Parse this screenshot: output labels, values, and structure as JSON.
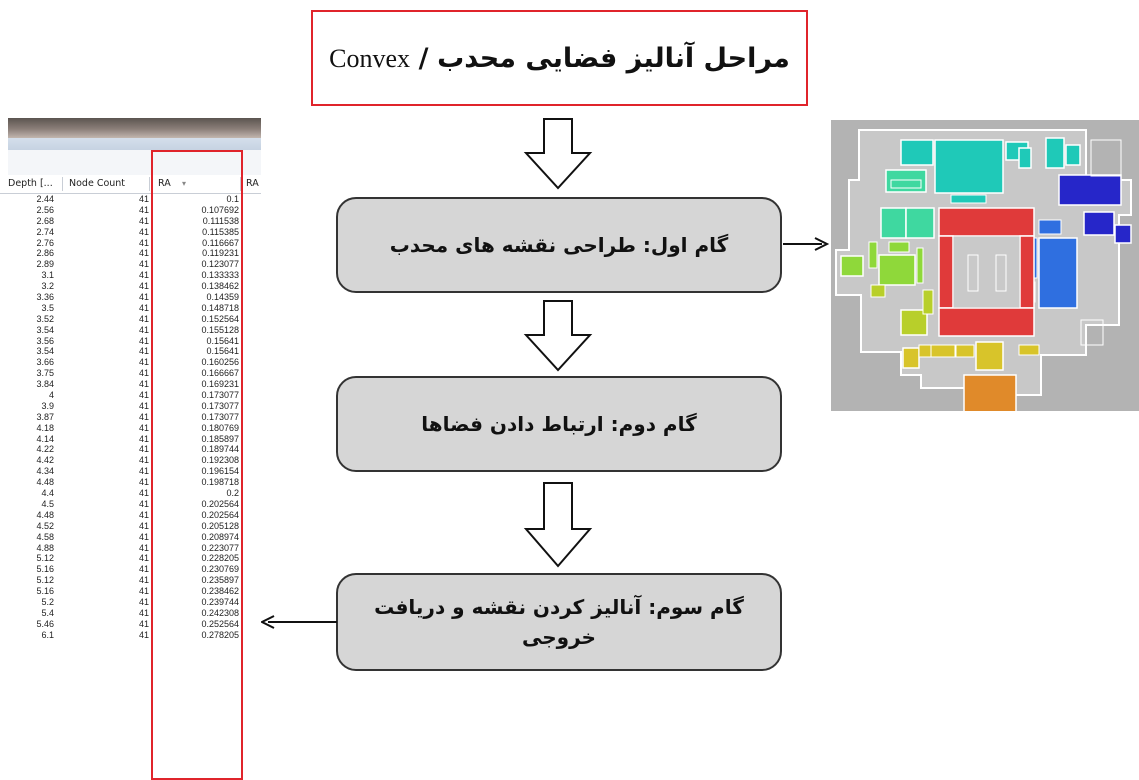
{
  "title": {
    "persian": "مراحل آنالیز فضایی محدب",
    "separator": "/",
    "english": "Convex"
  },
  "steps": [
    {
      "label": "گام اول: طراحی نقشه های محدب"
    },
    {
      "label": "گام دوم: ارتباط دادن فضاها"
    },
    {
      "label": "گام سوم: آنالیز کردن نقشه و دریافت خروجی"
    }
  ],
  "table": {
    "headers": [
      "Depth [...",
      "Node Count",
      "RA",
      "RA"
    ],
    "sort_icon": "sort-down-triangle-icon",
    "highlight_color": "#e0242b",
    "rows": [
      {
        "depth": "2.44",
        "node": "41",
        "ra": "0.1"
      },
      {
        "depth": "2.56",
        "node": "41",
        "ra": "0.107692"
      },
      {
        "depth": "2.68",
        "node": "41",
        "ra": "0.111538"
      },
      {
        "depth": "2.74",
        "node": "41",
        "ra": "0.115385"
      },
      {
        "depth": "2.76",
        "node": "41",
        "ra": "0.116667"
      },
      {
        "depth": "2.86",
        "node": "41",
        "ra": "0.119231"
      },
      {
        "depth": "2.89",
        "node": "41",
        "ra": "0.123077"
      },
      {
        "depth": "3.1",
        "node": "41",
        "ra": "0.133333"
      },
      {
        "depth": "3.2",
        "node": "41",
        "ra": "0.138462"
      },
      {
        "depth": "3.36",
        "node": "41",
        "ra": "0.14359"
      },
      {
        "depth": "3.5",
        "node": "41",
        "ra": "0.148718"
      },
      {
        "depth": "3.52",
        "node": "41",
        "ra": "0.152564"
      },
      {
        "depth": "3.54",
        "node": "41",
        "ra": "0.155128"
      },
      {
        "depth": "3.56",
        "node": "41",
        "ra": "0.15641"
      },
      {
        "depth": "3.54",
        "node": "41",
        "ra": "0.15641"
      },
      {
        "depth": "3.66",
        "node": "41",
        "ra": "0.160256"
      },
      {
        "depth": "3.75",
        "node": "41",
        "ra": "0.166667"
      },
      {
        "depth": "3.84",
        "node": "41",
        "ra": "0.169231"
      },
      {
        "depth": "4",
        "node": "41",
        "ra": "0.173077"
      },
      {
        "depth": "3.9",
        "node": "41",
        "ra": "0.173077"
      },
      {
        "depth": "3.87",
        "node": "41",
        "ra": "0.173077"
      },
      {
        "depth": "4.18",
        "node": "41",
        "ra": "0.180769"
      },
      {
        "depth": "4.14",
        "node": "41",
        "ra": "0.185897"
      },
      {
        "depth": "4.22",
        "node": "41",
        "ra": "0.189744"
      },
      {
        "depth": "4.42",
        "node": "41",
        "ra": "0.192308"
      },
      {
        "depth": "4.34",
        "node": "41",
        "ra": "0.196154"
      },
      {
        "depth": "4.48",
        "node": "41",
        "ra": "0.198718"
      },
      {
        "depth": "4.4",
        "node": "41",
        "ra": "0.2"
      },
      {
        "depth": "4.5",
        "node": "41",
        "ra": "0.202564"
      },
      {
        "depth": "4.48",
        "node": "41",
        "ra": "0.202564"
      },
      {
        "depth": "4.52",
        "node": "41",
        "ra": "0.205128"
      },
      {
        "depth": "4.58",
        "node": "41",
        "ra": "0.208974"
      },
      {
        "depth": "4.88",
        "node": "41",
        "ra": "0.223077"
      },
      {
        "depth": "5.12",
        "node": "41",
        "ra": "0.228205"
      },
      {
        "depth": "5.16",
        "node": "41",
        "ra": "0.230769"
      },
      {
        "depth": "5.12",
        "node": "41",
        "ra": "0.235897"
      },
      {
        "depth": "5.16",
        "node": "41",
        "ra": "0.238462"
      },
      {
        "depth": "5.2",
        "node": "41",
        "ra": "0.239744"
      },
      {
        "depth": "5.4",
        "node": "41",
        "ra": "0.242308"
      },
      {
        "depth": "5.46",
        "node": "41",
        "ra": "0.252564"
      },
      {
        "depth": "6.1",
        "node": "41",
        "ra": "0.278205"
      }
    ]
  },
  "map": {
    "background_color": "#b3b3b3",
    "palette": [
      "#e03a3a",
      "#1fc9b8",
      "#2f6fe0",
      "#2626c9",
      "#3fd8a0",
      "#8fd83a",
      "#b8cf2a",
      "#d8c42a",
      "#e08a2a"
    ]
  },
  "colors": {
    "title_border": "#e0242b",
    "step_fill": "#d6d6d6",
    "step_border": "#333333"
  }
}
